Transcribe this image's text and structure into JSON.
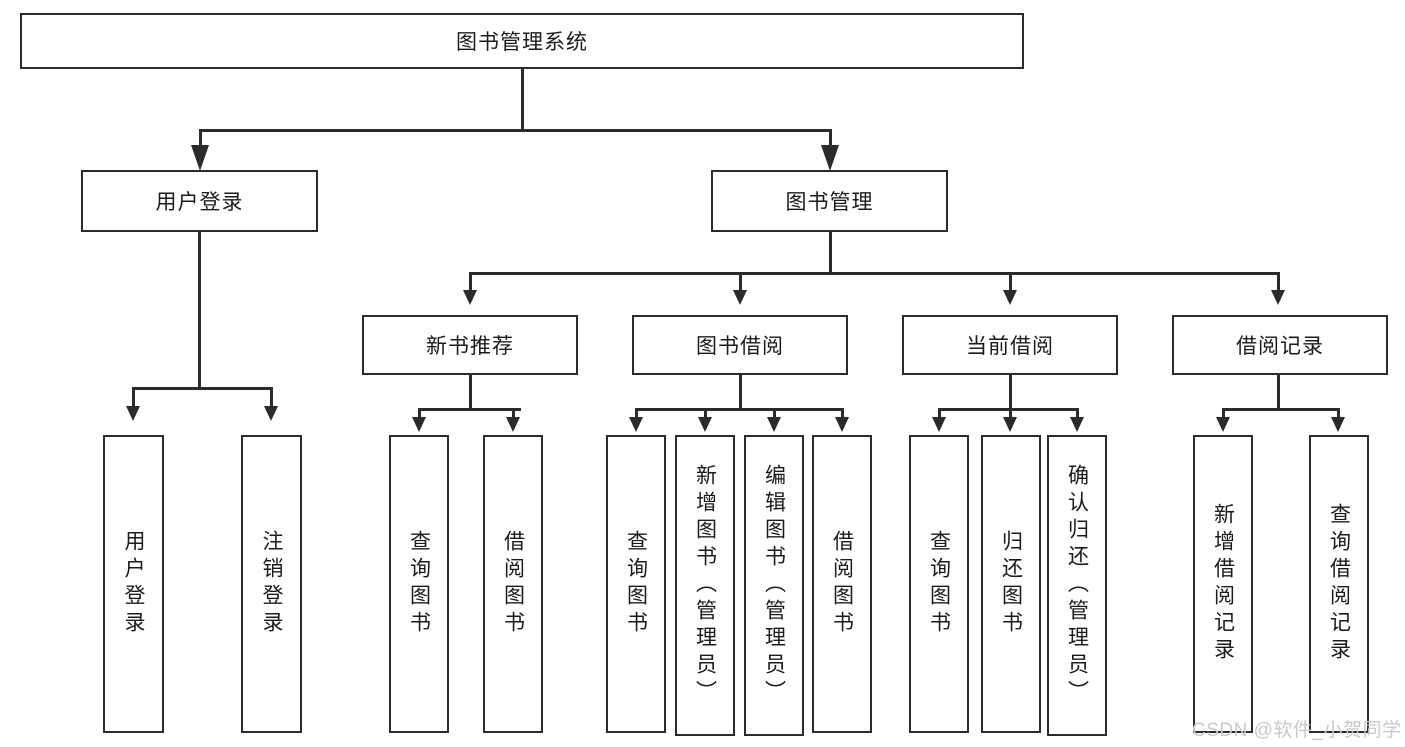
{
  "diagram": {
    "type": "tree",
    "title": "图书管理系统",
    "root": {
      "label": "图书管理系统"
    },
    "level2": [
      {
        "label": "用户登录"
      },
      {
        "label": "图书管理"
      }
    ],
    "level3": [
      {
        "label": "新书推荐"
      },
      {
        "label": "图书借阅"
      },
      {
        "label": "当前借阅"
      },
      {
        "label": "借阅记录"
      }
    ],
    "leaves": {
      "user_login": [
        {
          "label": "用户登录"
        },
        {
          "label": "注销登录"
        }
      ],
      "new_book_recommend": [
        {
          "label": "查询图书"
        },
        {
          "label": "借阅图书"
        }
      ],
      "book_borrow": [
        {
          "label": "查询图书"
        },
        {
          "label": "新增图书（管理员）"
        },
        {
          "label": "编辑图书（管理员）"
        },
        {
          "label": "借阅图书"
        }
      ],
      "current_borrow": [
        {
          "label": "查询图书"
        },
        {
          "label": "归还图书"
        },
        {
          "label": "确认归还（管理员）"
        }
      ],
      "borrow_record": [
        {
          "label": "新增借阅记录"
        },
        {
          "label": "查询借阅记录"
        }
      ]
    }
  },
  "watermark": {
    "text": "CSDN @软件_小贺同学"
  },
  "colors": {
    "stroke": "#2b2b2b",
    "fill": "#ffffff",
    "text": "#1b1b1b",
    "watermark": "#c9c9c9"
  }
}
